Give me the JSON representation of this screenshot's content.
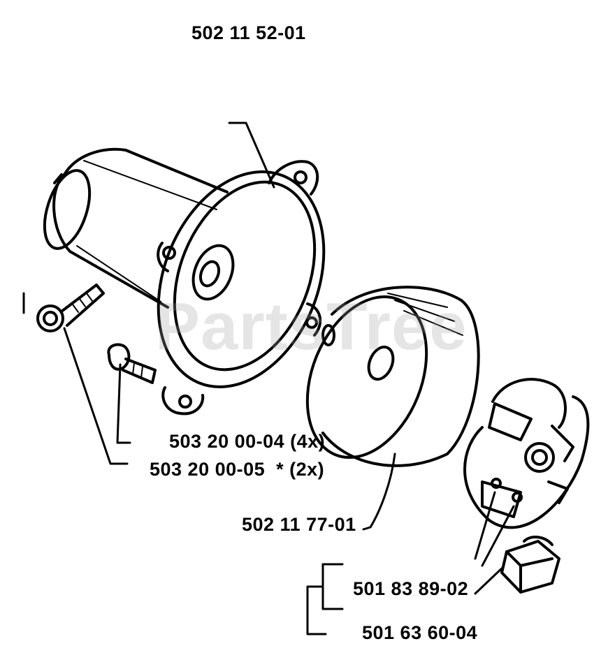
{
  "watermark": "PartsTree",
  "colors": {
    "ink": "#000000",
    "paper": "#ffffff",
    "watermark": "#a0a0a0"
  },
  "parts": [
    {
      "id": "assembly",
      "label": "502 11 52-01"
    },
    {
      "id": "screw_4x",
      "label": "503 20 00-04 (4x)"
    },
    {
      "id": "screw_2x",
      "label": "503 20 00-05  * (2x)"
    },
    {
      "id": "drum",
      "label": "502 11 77-01"
    },
    {
      "id": "clutch",
      "label": "501 83 89-02"
    },
    {
      "id": "shoe",
      "label": "501 63 60-04"
    }
  ]
}
